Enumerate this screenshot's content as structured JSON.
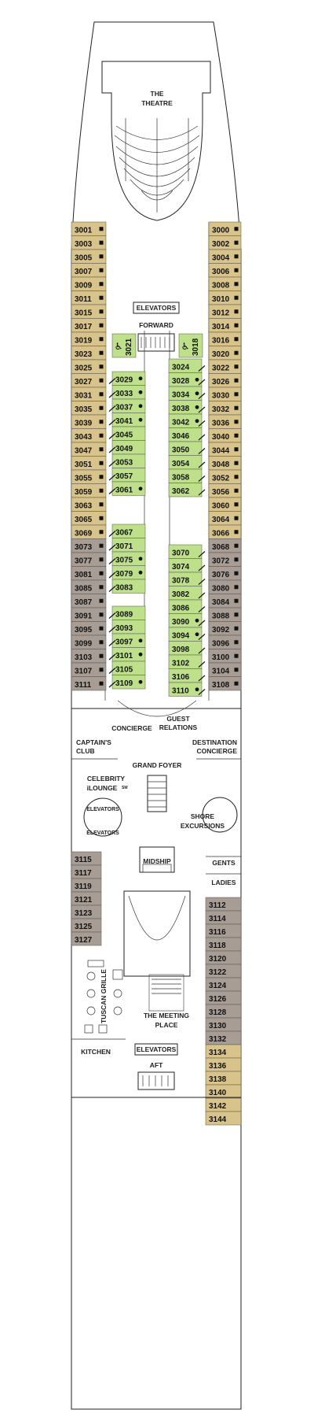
{
  "colors": {
    "tan": "#d8c48a",
    "grey": "#a89d95",
    "green": "#bfe08a",
    "deck": "#ffffff",
    "line": "#222222"
  },
  "legend": {
    "balcony_marker": "square",
    "oceanview_marker": "circle",
    "connecting_marker": "slash"
  },
  "labels": {
    "theatre": [
      "THE",
      "THEATRE"
    ],
    "elevators_fwd": "ELEVATORS",
    "forward": "FORWARD",
    "concierge": "CONCIERGE",
    "guest_relations": [
      "GUEST",
      "RELATIONS"
    ],
    "captains_club": [
      "CAPTAIN'S",
      "CLUB"
    ],
    "destination_concierge": [
      "DESTINATION",
      "CONCIERGE"
    ],
    "grand_foyer": "GRAND FOYER",
    "celebrity_ilounge": [
      "CELEBRITY",
      "iLOUNGE",
      "SM"
    ],
    "elevators_mid_1": "ELEVATORS",
    "elevators_mid_2": "ELEVATORS",
    "shore_excursions": [
      "SHORE",
      "EXCURSIONS"
    ],
    "midship": "MIDSHIP",
    "gents": "GENTS",
    "ladies": "LADIES",
    "tuscan_grille": "TUSCAN GRILLE",
    "meeting_place": [
      "THE MEETING",
      "PLACE"
    ],
    "kitchen": "KITCHEN",
    "elevators_aft": "ELEVATORS",
    "aft": "AFT"
  },
  "cabins": {
    "left_outer": [
      {
        "n": "3001",
        "c": "tan",
        "m": "square"
      },
      {
        "n": "3003",
        "c": "tan",
        "m": "square"
      },
      {
        "n": "3005",
        "c": "tan",
        "m": "square"
      },
      {
        "n": "3007",
        "c": "tan",
        "m": "square"
      },
      {
        "n": "3009",
        "c": "tan",
        "m": "square"
      },
      {
        "n": "3011",
        "c": "tan",
        "m": "square"
      },
      {
        "n": "3015",
        "c": "tan",
        "m": "square"
      },
      {
        "n": "3017",
        "c": "tan",
        "m": "square"
      },
      {
        "n": "3019",
        "c": "tan",
        "m": "square"
      },
      {
        "n": "3023",
        "c": "tan",
        "m": "square"
      },
      {
        "n": "3025",
        "c": "tan",
        "m": "square"
      },
      {
        "n": "3027",
        "c": "tan",
        "m": "square"
      },
      {
        "n": "3031",
        "c": "tan",
        "m": "square"
      },
      {
        "n": "3035",
        "c": "tan",
        "m": "square"
      },
      {
        "n": "3039",
        "c": "tan",
        "m": "square"
      },
      {
        "n": "3043",
        "c": "tan",
        "m": "square"
      },
      {
        "n": "3047",
        "c": "tan",
        "m": "square"
      },
      {
        "n": "3051",
        "c": "tan",
        "m": "square"
      },
      {
        "n": "3055",
        "c": "tan",
        "m": "square"
      },
      {
        "n": "3059",
        "c": "tan",
        "m": "square"
      },
      {
        "n": "3063",
        "c": "tan",
        "m": "square"
      },
      {
        "n": "3065",
        "c": "tan",
        "m": "square"
      },
      {
        "n": "3069",
        "c": "tan",
        "m": "square"
      },
      {
        "n": "3073",
        "c": "grey",
        "m": "square"
      },
      {
        "n": "3077",
        "c": "grey",
        "m": "square"
      },
      {
        "n": "3081",
        "c": "grey",
        "m": "square"
      },
      {
        "n": "3085",
        "c": "grey",
        "m": "square"
      },
      {
        "n": "3087",
        "c": "grey",
        "m": "square"
      },
      {
        "n": "3091",
        "c": "grey",
        "m": "square"
      },
      {
        "n": "3095",
        "c": "grey",
        "m": "square"
      },
      {
        "n": "3099",
        "c": "grey",
        "m": "square"
      },
      {
        "n": "3103",
        "c": "grey",
        "m": "square"
      },
      {
        "n": "3107",
        "c": "grey",
        "m": "square"
      },
      {
        "n": "3111",
        "c": "grey",
        "m": "square"
      }
    ],
    "right_outer": [
      {
        "n": "3000",
        "c": "tan",
        "m": "square"
      },
      {
        "n": "3002",
        "c": "tan",
        "m": "square"
      },
      {
        "n": "3004",
        "c": "tan",
        "m": "square"
      },
      {
        "n": "3006",
        "c": "tan",
        "m": "square"
      },
      {
        "n": "3008",
        "c": "tan",
        "m": "square"
      },
      {
        "n": "3010",
        "c": "tan",
        "m": "square"
      },
      {
        "n": "3012",
        "c": "tan",
        "m": "square"
      },
      {
        "n": "3014",
        "c": "tan",
        "m": "square"
      },
      {
        "n": "3016",
        "c": "tan",
        "m": "square"
      },
      {
        "n": "3020",
        "c": "tan",
        "m": "square"
      },
      {
        "n": "3022",
        "c": "tan",
        "m": "square"
      },
      {
        "n": "3026",
        "c": "tan",
        "m": "square"
      },
      {
        "n": "3030",
        "c": "tan",
        "m": "square"
      },
      {
        "n": "3032",
        "c": "tan",
        "m": "square"
      },
      {
        "n": "3036",
        "c": "tan",
        "m": "square"
      },
      {
        "n": "3040",
        "c": "tan",
        "m": "square"
      },
      {
        "n": "3044",
        "c": "tan",
        "m": "square"
      },
      {
        "n": "3048",
        "c": "tan",
        "m": "square"
      },
      {
        "n": "3052",
        "c": "tan",
        "m": "square"
      },
      {
        "n": "3056",
        "c": "tan",
        "m": "square"
      },
      {
        "n": "3060",
        "c": "tan",
        "m": "square"
      },
      {
        "n": "3064",
        "c": "tan",
        "m": "square"
      },
      {
        "n": "3066",
        "c": "tan",
        "m": "square"
      },
      {
        "n": "3068",
        "c": "grey",
        "m": "square"
      },
      {
        "n": "3072",
        "c": "grey",
        "m": "square"
      },
      {
        "n": "3076",
        "c": "grey",
        "m": "square"
      },
      {
        "n": "3080",
        "c": "grey",
        "m": "square"
      },
      {
        "n": "3084",
        "c": "grey",
        "m": "square"
      },
      {
        "n": "3088",
        "c": "grey",
        "m": "square"
      },
      {
        "n": "3092",
        "c": "grey",
        "m": "square"
      },
      {
        "n": "3096",
        "c": "grey",
        "m": "square"
      },
      {
        "n": "3100",
        "c": "grey",
        "m": "square"
      },
      {
        "n": "3104",
        "c": "grey",
        "m": "square"
      },
      {
        "n": "3108",
        "c": "grey",
        "m": "square"
      }
    ],
    "fwd_accessible": [
      {
        "n": "3021",
        "icon": "wheelchair-icon"
      },
      {
        "n": "3018",
        "icon": "wheelchair-icon"
      }
    ],
    "inner_left_a": [
      {
        "n": "3029",
        "m": "circle"
      },
      {
        "n": "3033",
        "m": "circle"
      },
      {
        "n": "3037",
        "m": "circle"
      },
      {
        "n": "3041",
        "m": "circle"
      },
      {
        "n": "3045",
        "m": ""
      },
      {
        "n": "3049",
        "m": ""
      },
      {
        "n": "3053",
        "m": ""
      },
      {
        "n": "3057",
        "m": ""
      },
      {
        "n": "3061",
        "m": "circle"
      }
    ],
    "inner_right_a": [
      {
        "n": "3024",
        "m": ""
      },
      {
        "n": "3028",
        "m": "circle"
      },
      {
        "n": "3034",
        "m": "circle"
      },
      {
        "n": "3038",
        "m": "circle"
      },
      {
        "n": "3042",
        "m": "circle"
      },
      {
        "n": "3046",
        "m": ""
      },
      {
        "n": "3050",
        "m": ""
      },
      {
        "n": "3054",
        "m": ""
      },
      {
        "n": "3058",
        "m": ""
      },
      {
        "n": "3062",
        "m": ""
      }
    ],
    "inner_left_b": [
      {
        "n": "3067",
        "m": ""
      },
      {
        "n": "3071",
        "m": ""
      },
      {
        "n": "3075",
        "m": "circle"
      },
      {
        "n": "3079",
        "m": "circle"
      },
      {
        "n": "3083",
        "m": ""
      }
    ],
    "inner_left_c": [
      {
        "n": "3089",
        "m": ""
      },
      {
        "n": "3093",
        "m": ""
      },
      {
        "n": "3097",
        "m": "circle"
      },
      {
        "n": "3101",
        "m": "circle"
      },
      {
        "n": "3105",
        "m": ""
      },
      {
        "n": "3109",
        "m": "circle"
      }
    ],
    "inner_right_b": [
      {
        "n": "3070",
        "m": ""
      },
      {
        "n": "3074",
        "m": ""
      },
      {
        "n": "3078",
        "m": ""
      },
      {
        "n": "3082",
        "m": ""
      },
      {
        "n": "3086",
        "m": ""
      },
      {
        "n": "3090",
        "m": "circle"
      },
      {
        "n": "3094",
        "m": "circle"
      },
      {
        "n": "3098",
        "m": ""
      },
      {
        "n": "3102",
        "m": ""
      },
      {
        "n": "3106",
        "m": ""
      },
      {
        "n": "3110",
        "m": "circle"
      }
    ],
    "left_aft": [
      {
        "n": "3115",
        "c": "grey"
      },
      {
        "n": "3117",
        "c": "grey"
      },
      {
        "n": "3119",
        "c": "grey"
      },
      {
        "n": "3121",
        "c": "grey"
      },
      {
        "n": "3123",
        "c": "grey"
      },
      {
        "n": "3125",
        "c": "grey"
      },
      {
        "n": "3127",
        "c": "grey"
      }
    ],
    "right_aft": [
      {
        "n": "3112",
        "c": "grey"
      },
      {
        "n": "3114",
        "c": "grey"
      },
      {
        "n": "3116",
        "c": "grey"
      },
      {
        "n": "3118",
        "c": "grey"
      },
      {
        "n": "3120",
        "c": "grey"
      },
      {
        "n": "3122",
        "c": "grey"
      },
      {
        "n": "3124",
        "c": "grey"
      },
      {
        "n": "3126",
        "c": "grey"
      },
      {
        "n": "3128",
        "c": "grey"
      },
      {
        "n": "3130",
        "c": "grey"
      },
      {
        "n": "3132",
        "c": "grey"
      },
      {
        "n": "3134",
        "c": "tan"
      },
      {
        "n": "3136",
        "c": "tan"
      },
      {
        "n": "3138",
        "c": "tan"
      },
      {
        "n": "3140",
        "c": "tan"
      },
      {
        "n": "3142",
        "c": "tan"
      },
      {
        "n": "3144",
        "c": "tan"
      }
    ]
  }
}
